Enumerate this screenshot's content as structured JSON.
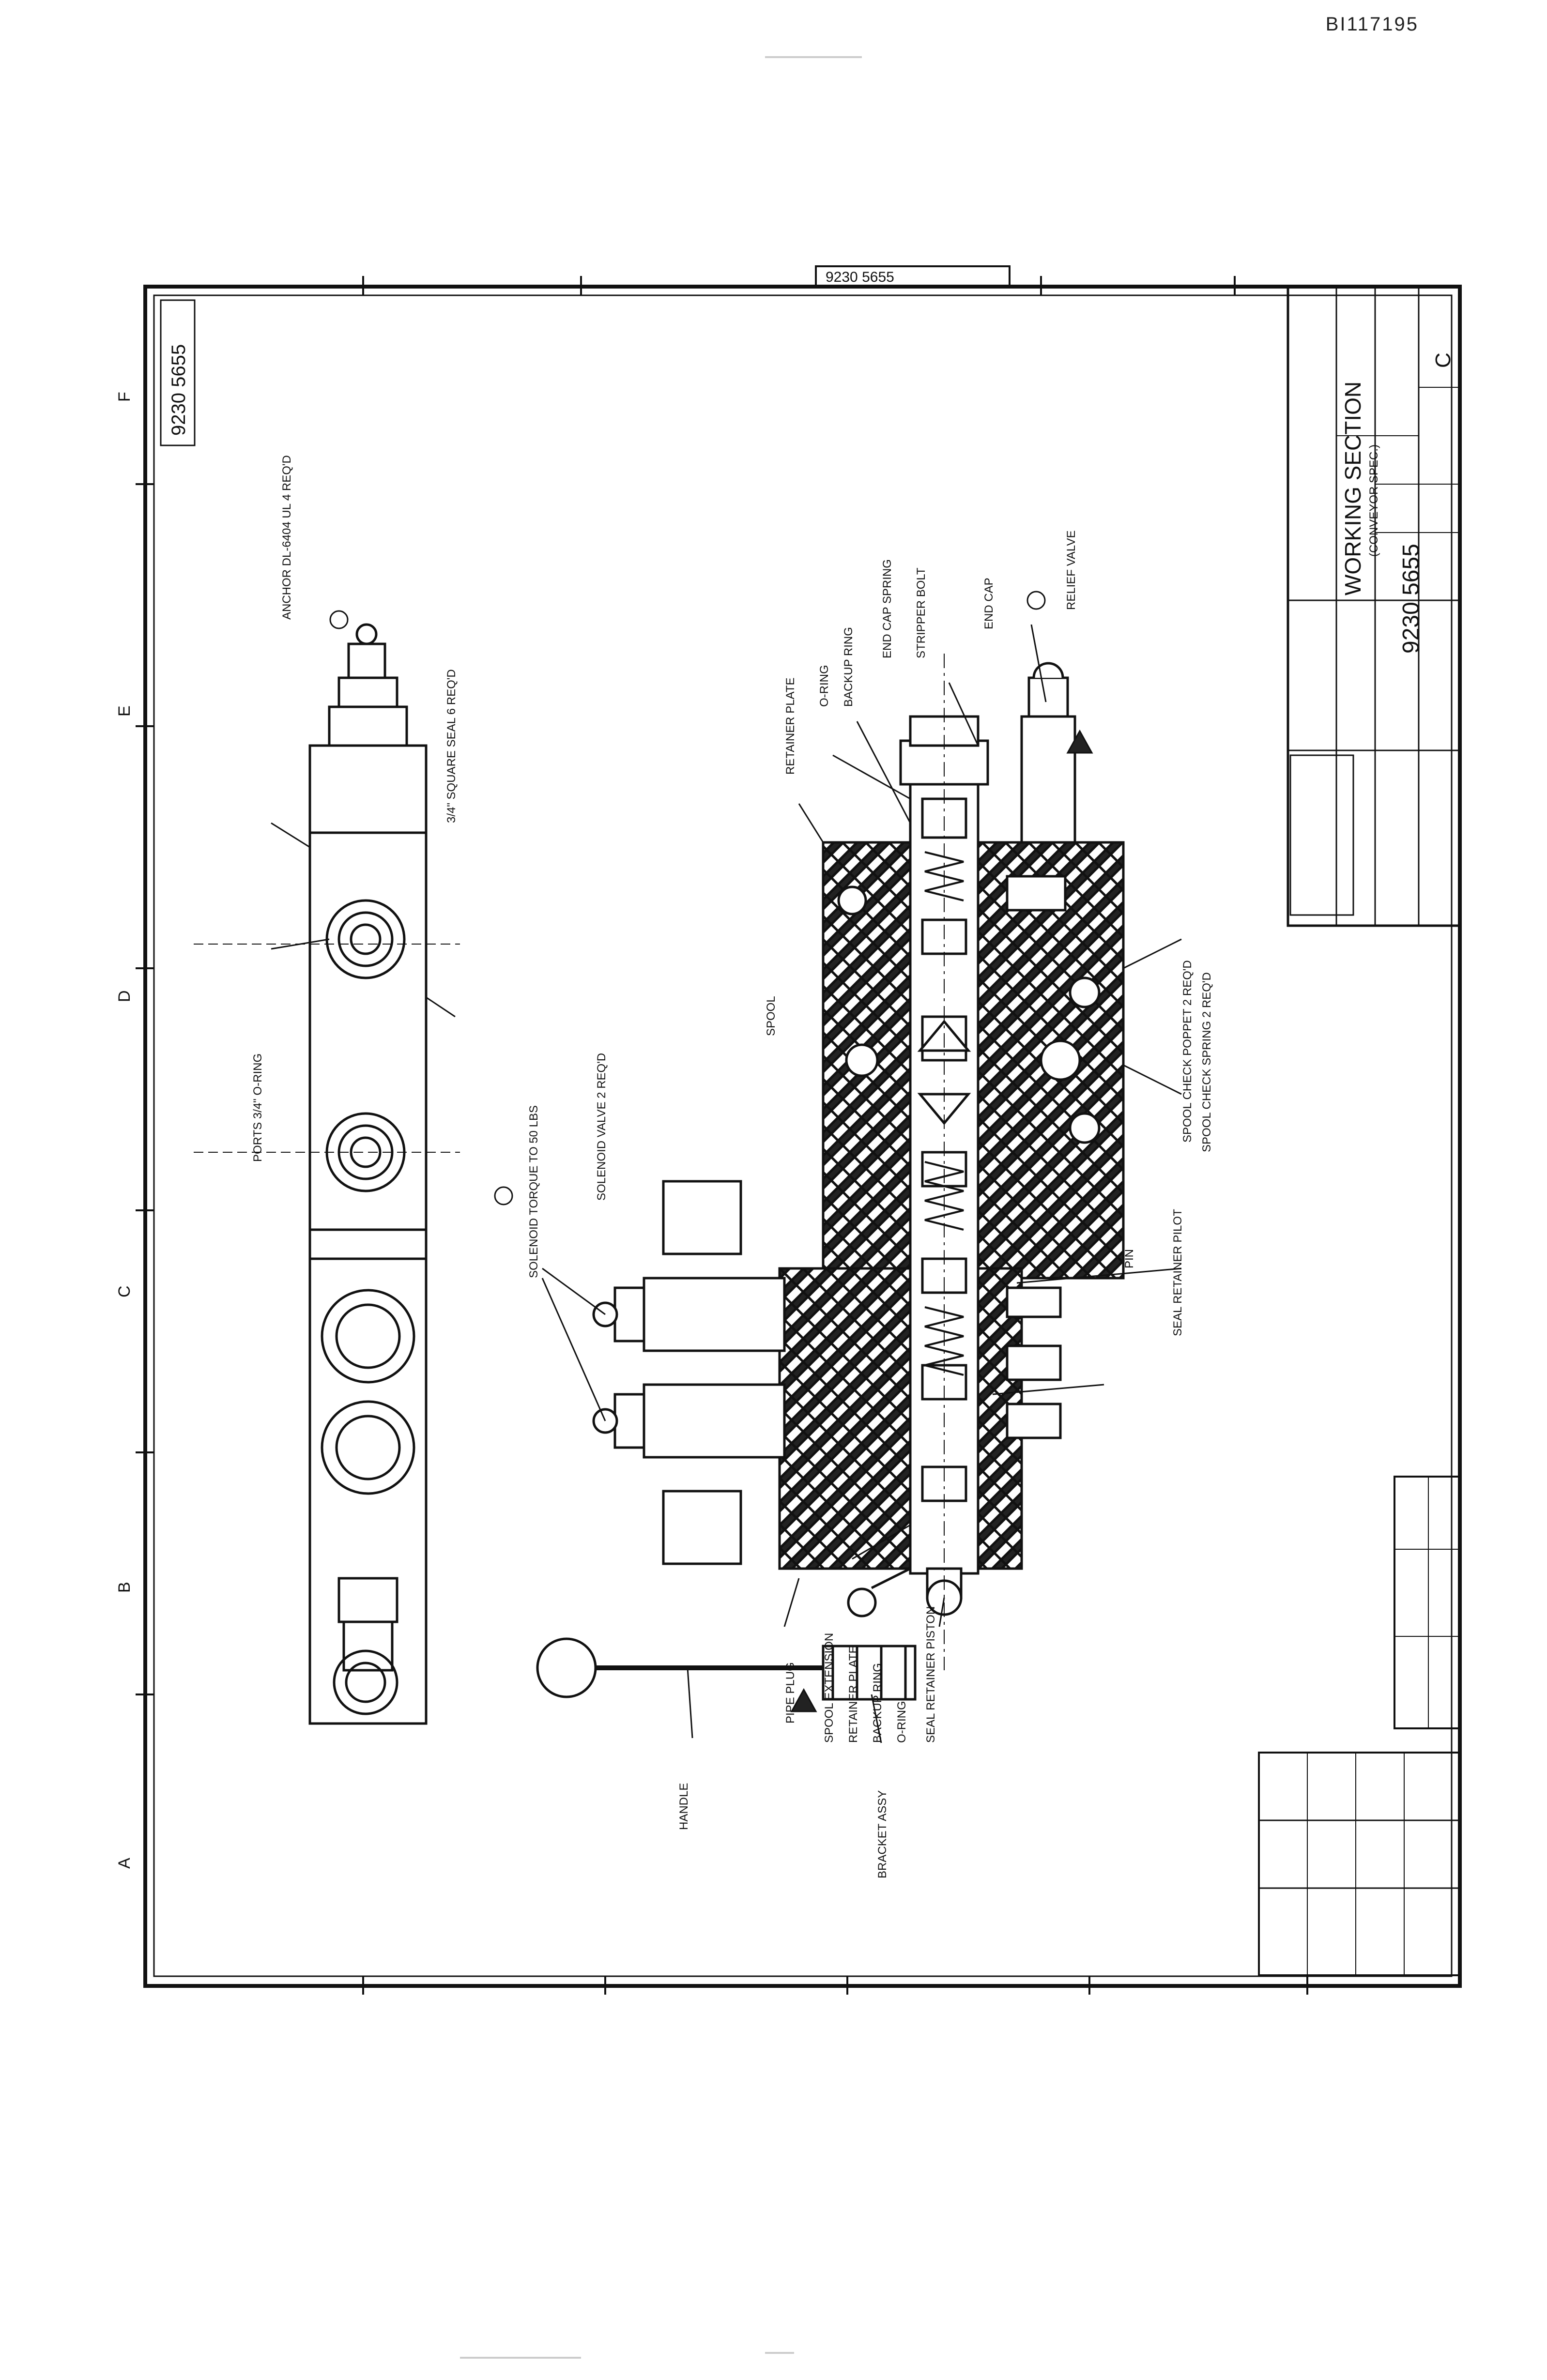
{
  "page_id": "BI117195",
  "drawing_number": "9230 5655",
  "revision": "C",
  "title_block": {
    "title_line1": "WORKING SECTION",
    "title_line2": "(CONVEYOR SPEC.)"
  },
  "callouts": [
    "ANCHOR DL-6404 UL 4 REQ'D",
    "3/4\" SQUARE SEAL 6 REQ'D",
    "PORTS 3/4\" O-RING",
    "SOLENOID TORQUE TO 50 LBS",
    "SOLENOID VALVE 2 REQ'D",
    "SPOOL",
    "RETAINER PLATE",
    "O-RING",
    "BACKUP RING",
    "END CAP SPRING",
    "STRIPPER BOLT",
    "END CAP",
    "RELIEF VALVE",
    "SPOOL CHECK POPPET 2 REQ'D",
    "SPOOL CHECK SPRING 2 REQ'D",
    "PIN",
    "SEAL RETAINER PILOT",
    "PIPE PLUG",
    "SPOOL EXTENSION",
    "RETAINER PLATE",
    "BACKUP RING",
    "O-RING",
    "SEAL RETAINER PISTON",
    "BRACKET ASSY",
    "HANDLE"
  ],
  "zone_letters": [
    "F",
    "E",
    "D",
    "C",
    "B",
    "A"
  ]
}
